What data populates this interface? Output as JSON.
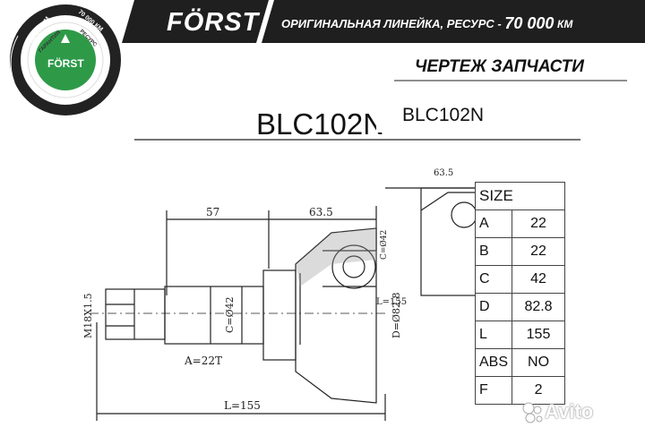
{
  "header": {
    "brand": "FÖRST",
    "tagline_prefix": "ОРИГИНАЛЬНАЯ ЛИНЕЙКА, РЕСУРС -",
    "tagline_value": "70 000",
    "tagline_unit": "КМ"
  },
  "badge": {
    "left_km": "30 000 КМ",
    "right_km": "70 000 КМ",
    "left_caption": "ГАРАНТИЯ",
    "right_caption": "РЕСУРС",
    "logo": "FÖRST"
  },
  "subtitle": "ЧЕРТЕЖ ЗАПЧАСТИ",
  "part_number_main": "BLC102N",
  "part_number_secondary": "BLC102N",
  "dimensions": {
    "d57": "57",
    "d63_5": "63.5",
    "d63_5_small": "63.5",
    "thread": "M18X1.5",
    "spline_a": "A=22T",
    "diam_c": "C=Ø42",
    "diam_c_small": "C=Ø42",
    "diam_d": "D=Ø82.8",
    "length": "L=155",
    "length_small": "L=155"
  },
  "spec_table": {
    "title": "SIZE",
    "rows": [
      {
        "key": "A",
        "value": "22"
      },
      {
        "key": "B",
        "value": "22"
      },
      {
        "key": "C",
        "value": "42"
      },
      {
        "key": "D",
        "value": "82.8"
      },
      {
        "key": "L",
        "value": "155"
      },
      {
        "key": "ABS",
        "value": "NO"
      },
      {
        "key": "F",
        "value": "2"
      }
    ]
  },
  "watermark": "Avito",
  "colors": {
    "header_dark": "#1f1f1f",
    "badge_green": "#2e9a48",
    "line": "#222222"
  },
  "icons": [
    "forst-badge-icon",
    "avito-logo-icon"
  ]
}
